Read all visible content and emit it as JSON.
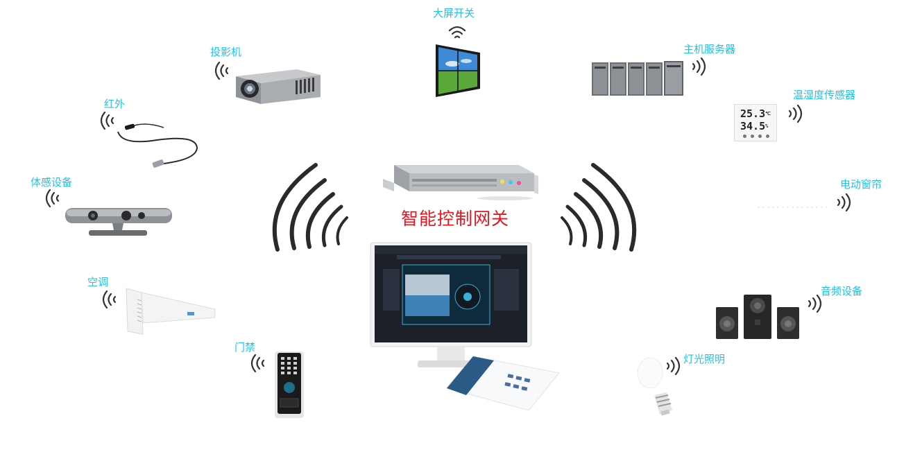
{
  "center": {
    "title": "智能控制网关"
  },
  "devices": {
    "projector": {
      "label": "投影机",
      "icon": "projector-icon"
    },
    "video_wall": {
      "label": "大屏开关",
      "icon": "video-wall-icon"
    },
    "server": {
      "label": "主机服务器",
      "icon": "server-rack-icon"
    },
    "th_sensor": {
      "label": "温湿度传感器",
      "icon": "thermo-hygrometer-icon",
      "temp": "25.3",
      "temp_unit": "℃",
      "humidity": "34.5",
      "humidity_unit": "%"
    },
    "infrared": {
      "label": "红外",
      "icon": "infrared-cable-icon"
    },
    "motion_sensor": {
      "label": "体感设备",
      "icon": "motion-sensor-icon"
    },
    "curtain": {
      "label": "电动窗帘",
      "icon": "curtain-icon"
    },
    "air_conditioner": {
      "label": "空调",
      "icon": "air-conditioner-icon"
    },
    "audio": {
      "label": "音频设备",
      "icon": "speaker-icon"
    },
    "access_control": {
      "label": "门禁",
      "icon": "access-control-icon"
    },
    "lighting": {
      "label": "灯光照明",
      "icon": "light-bulb-icon"
    }
  },
  "colors": {
    "label": "#1ec3e6",
    "title": "#e8141c",
    "wave_dark": "#2b2b2b"
  }
}
